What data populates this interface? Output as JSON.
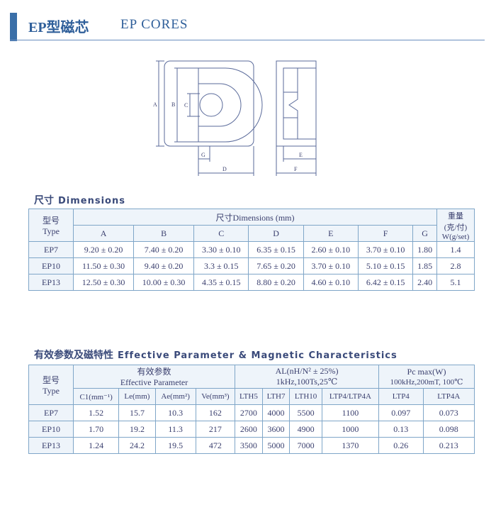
{
  "header": {
    "title": "EP型磁芯",
    "subtitle": "EP CORES"
  },
  "diagram": {
    "labels": {
      "A": "A",
      "B": "B",
      "C": "C",
      "D": "D",
      "G": "G",
      "E": "E",
      "F": "F"
    }
  },
  "dimensions": {
    "title_cn": "尺寸",
    "title_en": "Dimensions",
    "type_cn": "型号",
    "type_en": "Type",
    "dims_header": "尺寸Dimensions (mm)",
    "weight_header_1": "重量",
    "weight_header_2": "(克/付)",
    "weight_header_3": "W(g/set)",
    "columns": [
      "A",
      "B",
      "C",
      "D",
      "E",
      "F",
      "G"
    ],
    "rows": [
      {
        "type": "EP7",
        "values": [
          "9.20 ± 0.20",
          "7.40 ± 0.20",
          "3.30 ± 0.10",
          "6.35 ± 0.15",
          "2.60 ± 0.10",
          "3.70 ± 0.10",
          "1.80"
        ],
        "weight": "1.4"
      },
      {
        "type": "EP10",
        "values": [
          "11.50 ± 0.30",
          "9.40 ± 0.20",
          "3.3 ± 0.15",
          "7.65 ± 0.20",
          "3.70 ± 0.10",
          "5.10 ± 0.15",
          "1.85"
        ],
        "weight": "2.8"
      },
      {
        "type": "EP13",
        "values": [
          "12.50 ± 0.30",
          "10.00 ± 0.30",
          "4.35 ± 0.15",
          "8.80 ± 0.20",
          "4.60 ± 0.10",
          "6.42 ± 0.15",
          "2.40"
        ],
        "weight": "5.1"
      }
    ]
  },
  "effective": {
    "title_cn": "有效参数及磁特性",
    "title_en": "Effective Parameter & Magnetic Characteristics",
    "type_cn": "型号",
    "type_en": "Type",
    "ep_header_cn": "有效参数",
    "ep_header_en": "Effective Parameter",
    "al_header_1": "AL(nH/N² ± 25%)",
    "al_header_2": "1kHz,100Ts,25℃",
    "pc_header_1": "Pc max(W)",
    "pc_header_2": "100kHz,200mT, 100℃",
    "columns": [
      "C1(mm⁻¹)",
      "Le(mm)",
      "Ae(mm²)",
      "Ve(mm³)",
      "LTH5",
      "LTH7",
      "LTH10",
      "LTP4/LTP4A",
      "LTP4",
      "LTP4A"
    ],
    "rows": [
      {
        "type": "EP7",
        "values": [
          "1.52",
          "15.7",
          "10.3",
          "162",
          "2700",
          "4000",
          "5500",
          "1100",
          "0.097",
          "0.073"
        ]
      },
      {
        "type": "EP10",
        "values": [
          "1.70",
          "19.2",
          "11.3",
          "217",
          "2600",
          "3600",
          "4900",
          "1000",
          "0.13",
          "0.098"
        ]
      },
      {
        "type": "EP13",
        "values": [
          "1.24",
          "24.2",
          "19.5",
          "472",
          "3500",
          "5000",
          "7000",
          "1370",
          "0.26",
          "0.213"
        ]
      }
    ]
  }
}
